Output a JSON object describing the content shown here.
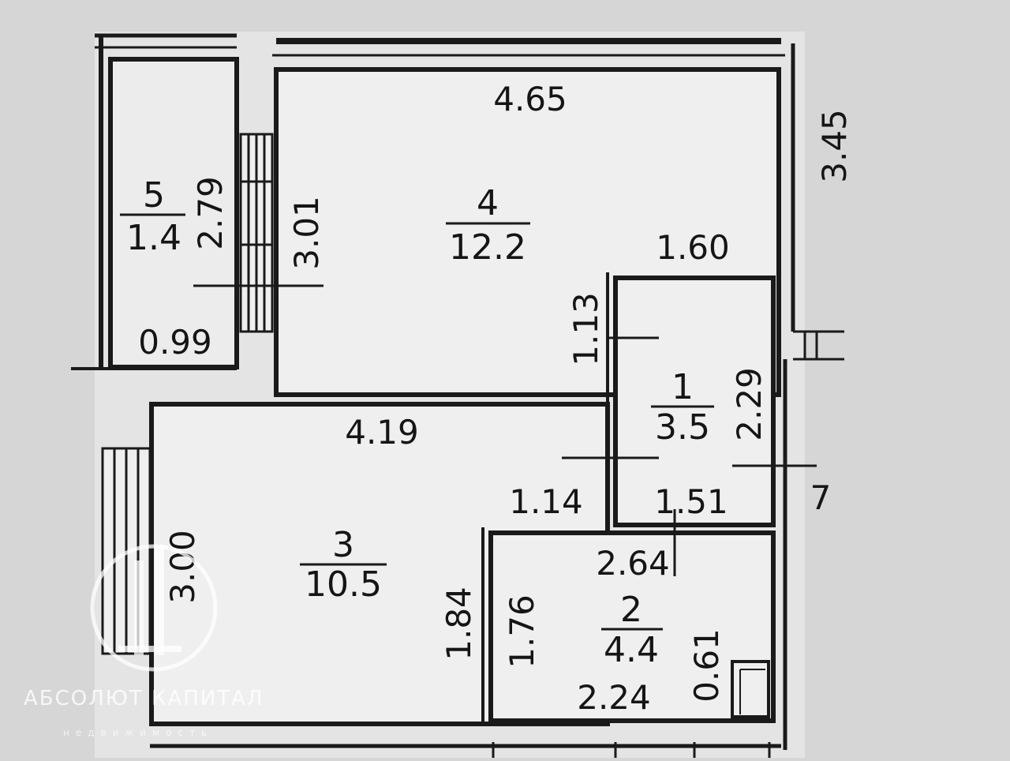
{
  "rooms": [
    {
      "number": "1",
      "area": "3.5"
    },
    {
      "number": "2",
      "area": "4.4"
    },
    {
      "number": "3",
      "area": "10.5"
    },
    {
      "number": "4",
      "area": "12.2"
    },
    {
      "number": "5",
      "area": "1.4"
    }
  ],
  "dimensions": {
    "d_4_65": "4.65",
    "d_3_45": "3.45",
    "d_1_60": "1.60",
    "d_3_01": "3.01",
    "d_2_79": "2.79",
    "d_0_99": "0.99",
    "d_1_13": "1.13",
    "d_4_19": "4.19",
    "d_2_29": "2.29",
    "d_1_14": "1.14",
    "d_1_51": "1.51",
    "d_7": "7",
    "d_3_00": "3.00",
    "d_2_64": "2.64",
    "d_1_84": "1.84",
    "d_1_76": "1.76",
    "d_0_61": "0.61",
    "d_2_24": "2.24"
  },
  "watermark": {
    "title": "АБСОЛЮТ КАПИТАЛ",
    "subtitle": "недвижимость"
  }
}
